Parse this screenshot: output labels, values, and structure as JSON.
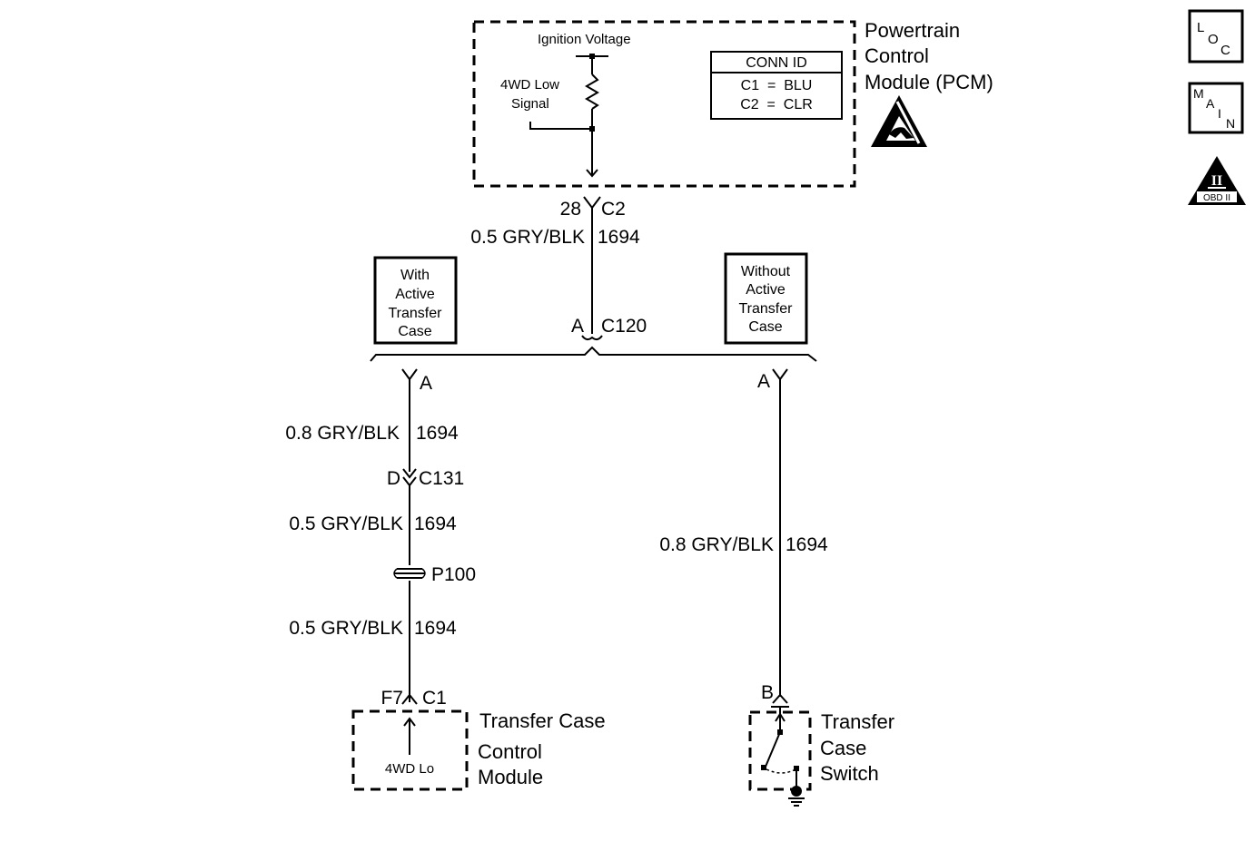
{
  "pcm": {
    "name_lines": [
      "Powertrain",
      "Control",
      "Module (PCM)"
    ],
    "ignition_voltage": "Ignition Voltage",
    "signal_label_lines": [
      "4WD Low",
      "Signal"
    ],
    "conn_id": {
      "title": "CONN ID",
      "rows": [
        "C1  =  BLU",
        "C2  =  CLR"
      ]
    }
  },
  "pcm_pin": {
    "cavity": "28",
    "connector": "C2"
  },
  "wire_top": {
    "gauge_color": "0.5 GRY/BLK",
    "circuit": "1694"
  },
  "c120": {
    "cavity": "A",
    "connector": "C120"
  },
  "option_with": [
    "With",
    "Active",
    "Transfer",
    "Case"
  ],
  "option_without": [
    "Without",
    "Active",
    "Transfer",
    "Case"
  ],
  "left_branch": {
    "pin_a": "A",
    "wire1": {
      "gauge_color": "0.8 GRY/BLK",
      "circuit": "1694"
    },
    "c131": {
      "cavity": "D",
      "connector": "C131"
    },
    "wire2": {
      "gauge_color": "0.5 GRY/BLK",
      "circuit": "1694"
    },
    "splice": "P100",
    "wire3": {
      "gauge_color": "0.5 GRY/BLK",
      "circuit": "1694"
    },
    "module_pin": {
      "cavity": "F7",
      "connector": "C1"
    },
    "module_name_lines": [
      "Transfer Case",
      "Control",
      "Module"
    ],
    "module_inner_label": "4WD Lo"
  },
  "right_branch": {
    "pin_a": "A",
    "wire": {
      "gauge_color": "0.8 GRY/BLK",
      "circuit": "1694"
    },
    "switch_pin": "B",
    "switch_name_lines": [
      "Transfer",
      "Case",
      "Switch"
    ]
  },
  "legend_icons": {
    "loc": [
      "L",
      "O",
      "C"
    ],
    "main": [
      "M",
      "A",
      "I",
      "N"
    ],
    "obd": {
      "numeral": "II",
      "caption": "OBD II"
    }
  },
  "icons": [
    "esd-warning-icon",
    "loc-icon",
    "main-icon",
    "obd-ii-icon",
    "ground-icon"
  ]
}
